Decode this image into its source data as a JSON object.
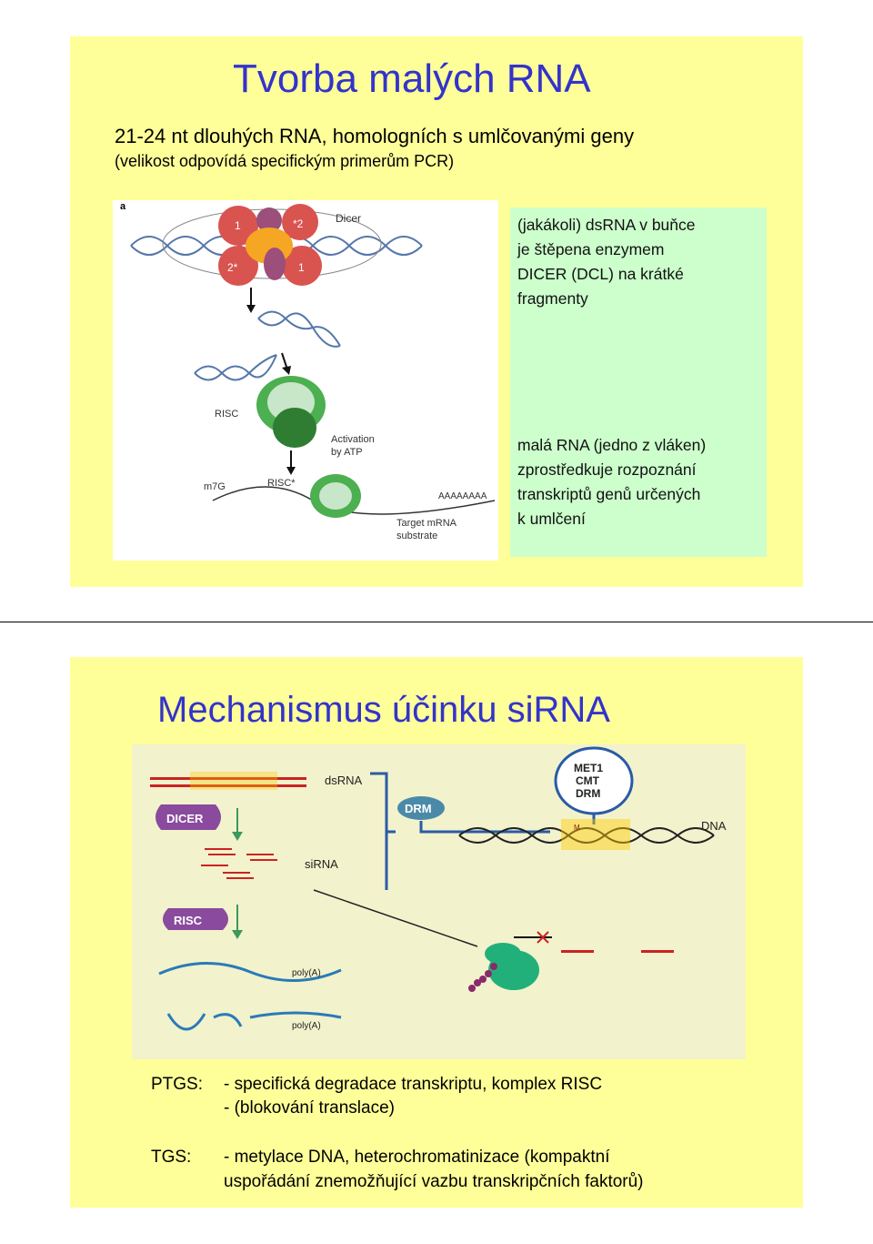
{
  "slide1": {
    "title": "Tvorba malých RNA",
    "subtitle_line1": "21-24 nt dlouhých RNA, homologních s umlčovanými geny",
    "subtitle_line2": "(velikost odpovídá specifickým primerům PCR)",
    "green_box": {
      "para1": [
        "(jakákoli) dsRNA v buňce",
        "je štěpena enzymem",
        "DICER (DCL) na krátké",
        "fragmenty"
      ],
      "para2": [
        "malá RNA (jedno z vláken)",
        "zprostředkuje rozpoznání",
        "transkriptů genů určených",
        "k umlčení"
      ]
    },
    "figure_labels": {
      "panel": "a",
      "dicer": "Dicer",
      "sub1": "1",
      "sub2star": "*2",
      "sub2star_b": "2*",
      "sub1b": "1",
      "risc": "RISC",
      "activation": "Activation",
      "by_atp": "by ATP",
      "m7g": "m7G",
      "risc_star": "RISC*",
      "polya": "AAAAAAAA",
      "target1": "Target mRNA",
      "target2": "substrate"
    }
  },
  "slide2": {
    "title": "Mechanismus účinku siRNA",
    "figure_labels": {
      "dsrna": "dsRNA",
      "dicer": "DICER",
      "drm": "DRM",
      "met1": "MET1",
      "cmt": "CMT",
      "drm2": "DRM",
      "dna": "DNA",
      "sirna": "siRNA",
      "risc": "RISC",
      "polya1": "poly(A)",
      "polya2": "poly(A)",
      "m": "M"
    },
    "ptgs_label": "PTGS:",
    "ptgs_line1": "- specifická degradace transkriptu, komplex RISC",
    "ptgs_line2": "- (blokování translace)",
    "tgs_label": "TGS:",
    "tgs_line1": "- metylace DNA, heterochromatinizace (kompaktní",
    "tgs_line2": "uspořádání znemožňující vazbu transkripčních faktorů)"
  }
}
